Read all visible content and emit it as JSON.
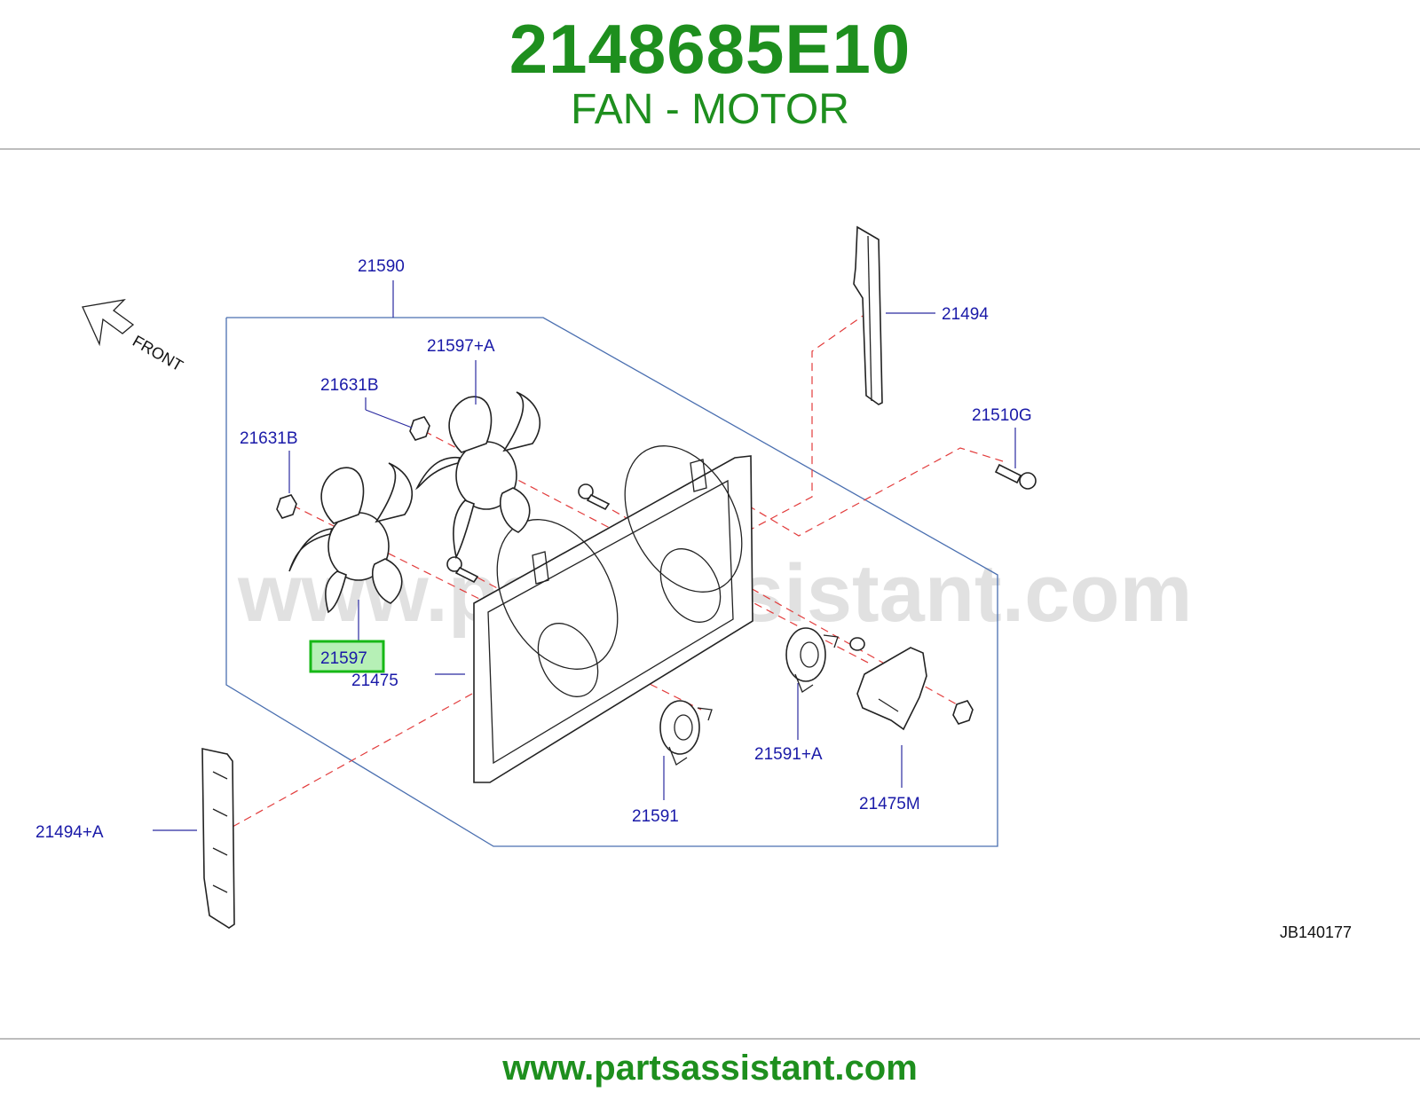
{
  "header": {
    "part_number": "2148685E10",
    "part_name": "FAN - MOTOR"
  },
  "diagram": {
    "watermark": "www.partsassistant.com",
    "front_label": "FRONT",
    "reference_code": "JB140177",
    "highlighted_callout": "21597",
    "callouts": {
      "c21590": "21590",
      "c21494": "21494",
      "c21597a": "21597+A",
      "c21631b_upper": "21631B",
      "c21631b_lower": "21631B",
      "c21510g": "21510G",
      "c21475": "21475",
      "c21591a": "21591+A",
      "c21591": "21591",
      "c21475m": "21475M",
      "c21494a": "21494+A"
    },
    "colors": {
      "title_green": "#1e8f1e",
      "callout_blue": "#1a1aa8",
      "highlight_fill": "#b6f0b6",
      "highlight_border": "#16b816",
      "dash_red": "#e23b3b"
    }
  },
  "footer": {
    "site": "www.partsassistant.com"
  }
}
